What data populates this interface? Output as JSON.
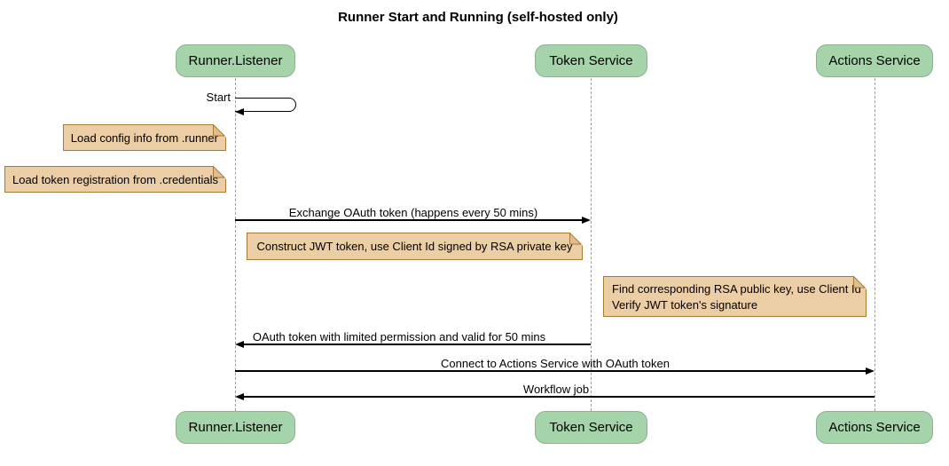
{
  "diagram": {
    "type": "sequence-diagram",
    "title": "Runner Start and Running (self-hosted only)"
  },
  "participants": [
    {
      "name": "Runner.Listener"
    },
    {
      "name": "Token Service"
    },
    {
      "name": "Actions Service"
    }
  ],
  "messages": {
    "start": "Start",
    "exchange": "Exchange OAuth token (happens every 50 mins)",
    "oauth_back": "OAuth token with limited permission and valid for 50 mins",
    "connect": "Connect to Actions Service with OAuth token",
    "workflow": "Workflow job"
  },
  "notes": {
    "config": "Load config info from .runner",
    "credentials": "Load token registration from .credentials",
    "jwt": "Construct JWT token, use Client Id signed by RSA private key",
    "verify_line1": "Find corresponding RSA public key, use Client Id",
    "verify_line2": "Verify JWT token's signature"
  },
  "colors": {
    "participant_fill": "#A5D3AA",
    "participant_border": "#8FAE92",
    "note_fill": "#EBCDA6",
    "note_border": "#A87A33",
    "lifeline": "#9B9B9B",
    "arrow": "#000000",
    "text": "#000000",
    "background": "#FFFFFF"
  }
}
